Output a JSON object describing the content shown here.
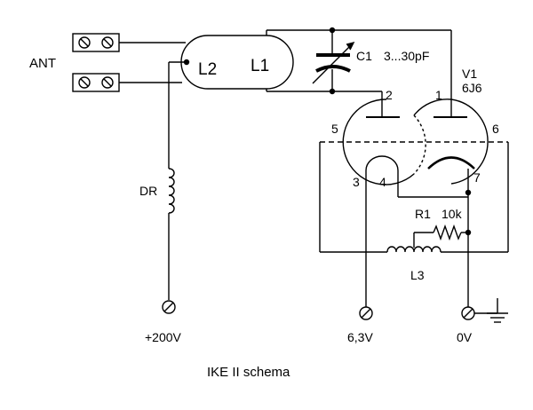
{
  "labels": {
    "ant": "ANT",
    "l1": "L1",
    "l2": "L2",
    "c1_name": "C1",
    "c1_value": "3...30pF",
    "v1_name": "V1",
    "v1_type": "6J6",
    "pin1": "1",
    "pin2": "2",
    "pin3": "3",
    "pin4": "4",
    "pin5": "5",
    "pin6": "6",
    "pin7": "7",
    "dr": "DR",
    "r1_name": "R1",
    "r1_value": "10k",
    "l3": "L3",
    "plus200v": "+200V",
    "v63": "6,3V",
    "v0": "0V"
  },
  "caption": "IKE II schema"
}
